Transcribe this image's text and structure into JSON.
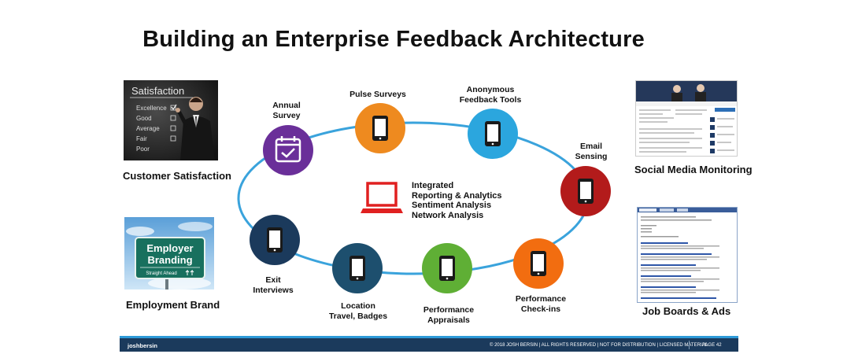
{
  "title": "Building an Enterprise Feedback Architecture",
  "left_panels": {
    "satisfaction": {
      "label": "Customer Satisfaction",
      "board_title": "Satisfaction",
      "board_items": [
        "Excellence",
        "Good",
        "Average",
        "Fair",
        "Poor"
      ]
    },
    "employer": {
      "label": "Employment Brand",
      "sign_line1": "Employer",
      "sign_line2": "Branding",
      "sign_line3": "Straight Ahead"
    }
  },
  "right_panels": {
    "social": {
      "label": "Social Media Monitoring"
    },
    "jobs": {
      "label": "Job Boards & Ads"
    }
  },
  "nodes": [
    {
      "id": "annual",
      "lines": [
        "Annual",
        "Survey"
      ],
      "color": "#6a2f99",
      "icon": "calendar-check-icon"
    },
    {
      "id": "pulse",
      "lines": [
        "Pulse Surveys"
      ],
      "color": "#ee8a1f",
      "icon": "phone-icon"
    },
    {
      "id": "anonymous",
      "lines": [
        "Anonymous",
        "Feedback Tools"
      ],
      "color": "#2ba6de",
      "icon": "phone-icon"
    },
    {
      "id": "email",
      "lines": [
        "Email",
        "Sensing"
      ],
      "color": "#b31b1b",
      "icon": "phone-icon"
    },
    {
      "id": "checkins",
      "lines": [
        "Performance",
        "Check-ins"
      ],
      "color": "#f26d10",
      "icon": "phone-icon"
    },
    {
      "id": "appraisals",
      "lines": [
        "Performance",
        "Appraisals"
      ],
      "color": "#5faf35",
      "icon": "phone-icon"
    },
    {
      "id": "location",
      "lines": [
        "Location",
        "Travel, Badges"
      ],
      "color": "#1d4f6e",
      "icon": "phone-icon"
    },
    {
      "id": "exit",
      "lines": [
        "Exit",
        "Interviews"
      ],
      "color": "#1b3a5c",
      "icon": "phone-icon"
    }
  ],
  "center": {
    "lines": [
      "Integrated",
      "Reporting & Analytics",
      "Sentiment Analysis",
      "Network Analysis"
    ],
    "icon": "laptop-icon",
    "icon_color": "#e02020"
  },
  "ellipse_color": "#3aa3dc",
  "footer": {
    "brand": "joshbersin",
    "copyright": "© 2018 JOSH BERSIN | ALL RIGHTS RESERVED | NOT FOR DISTRIBUTION | LICENSED MATERIAL",
    "page": "PAGE  42"
  }
}
